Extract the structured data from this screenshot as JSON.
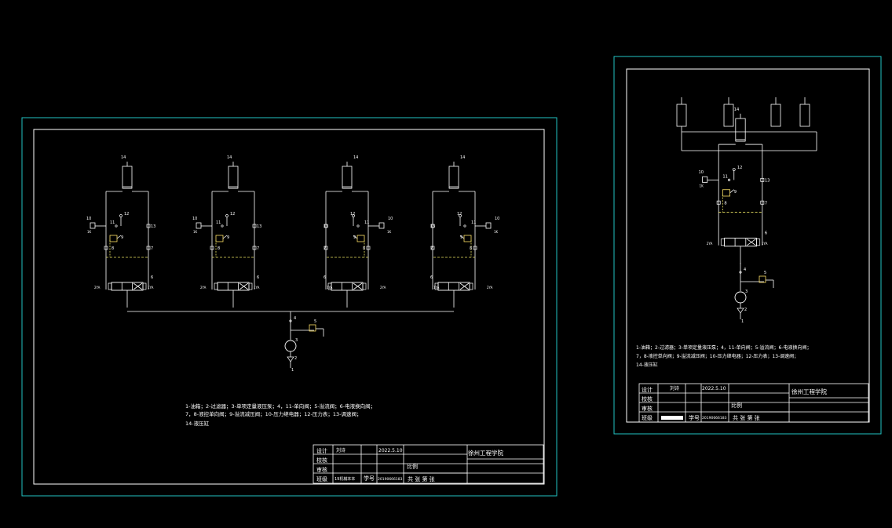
{
  "colors": {
    "background": "#000000",
    "outer_frame": "#22c4c4",
    "inner_frame": "#ffffff",
    "line": "#ffffff",
    "dashed": "#e8e060",
    "valve_fill": "#ffe266",
    "text": "#ffffff"
  },
  "components": {
    "cylinder": "14",
    "gauge": "12",
    "pressure_relay": "10",
    "pressure_relay_label": "1K",
    "check_valve_11": "11",
    "check_valve_8": "8",
    "reducing_valve": "9",
    "throttle_valve": "7",
    "port_13": "13",
    "directional_valve": "6",
    "solenoid_a": "2YA",
    "solenoid_b": "1YA",
    "check_valve_4": "4",
    "relief_valve": "5",
    "pump": "3",
    "filter": "2",
    "tank": "1"
  },
  "legend": {
    "line1": "1-油箱；2-过滤器；3-单项定量液压泵；4，11-单向阀；5-溢流阀；6-电液换向阀；",
    "line2": "7，8-液控单向阀；9-溢流减压阀；10-压力继电器；12-压力表；13-调速阀；",
    "line3": "14-液压缸"
  },
  "title_block": {
    "design_label": "设计",
    "designer": "刘诗",
    "date": "2022.5.10",
    "check_label": "校核",
    "review_label": "审核",
    "class_label": "班级",
    "class_value": "19机械本本",
    "id_label": "学号",
    "id_value": "20190666183",
    "school": "徐州工程学院",
    "scale_label": "比例",
    "sheets": "共    张 第    张"
  }
}
